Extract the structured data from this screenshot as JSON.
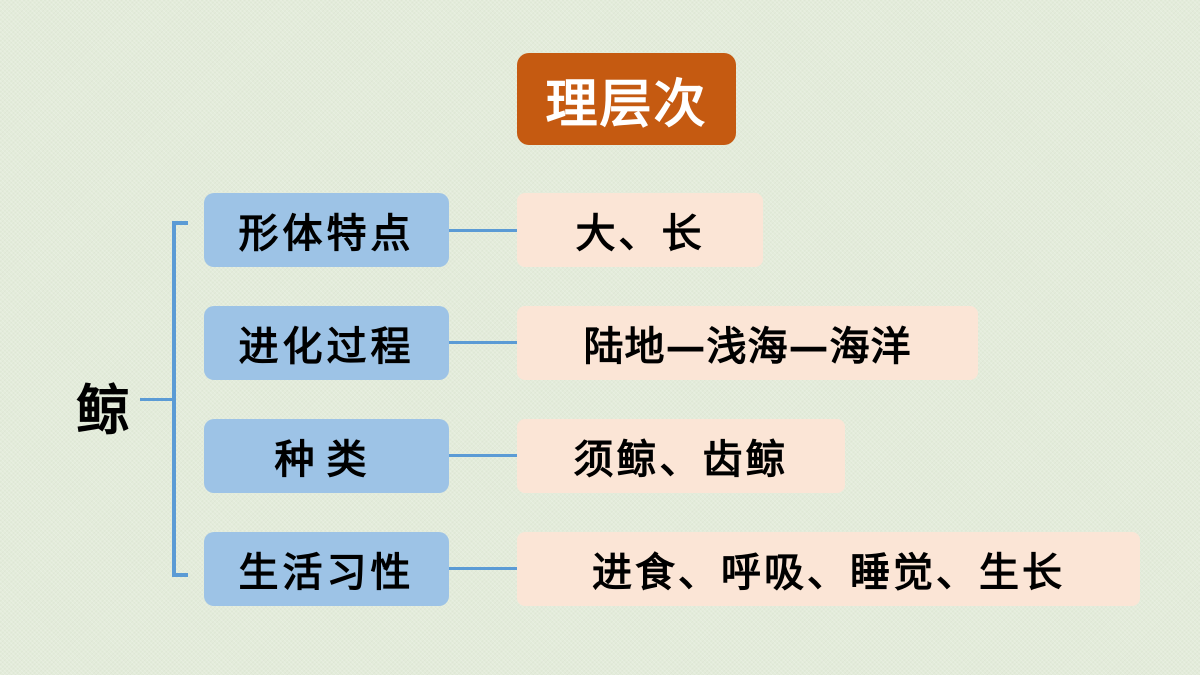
{
  "title": "理层次",
  "root": "鲸",
  "colors": {
    "background": "#e3ecda",
    "title_bg": "#c55a11",
    "title_text": "#ffffff",
    "category_bg": "#9dc3e6",
    "value_bg": "#fbe5d6",
    "connector": "#5b9bd5"
  },
  "branches": [
    {
      "category": "形体特点",
      "value": "大、长"
    },
    {
      "category": "进化过程",
      "value": "陆地—浅海—海洋"
    },
    {
      "category": "种类",
      "value": "须鲸、齿鲸"
    },
    {
      "category": "生活习性",
      "value": "进食、呼吸、睡觉、生长"
    }
  ]
}
